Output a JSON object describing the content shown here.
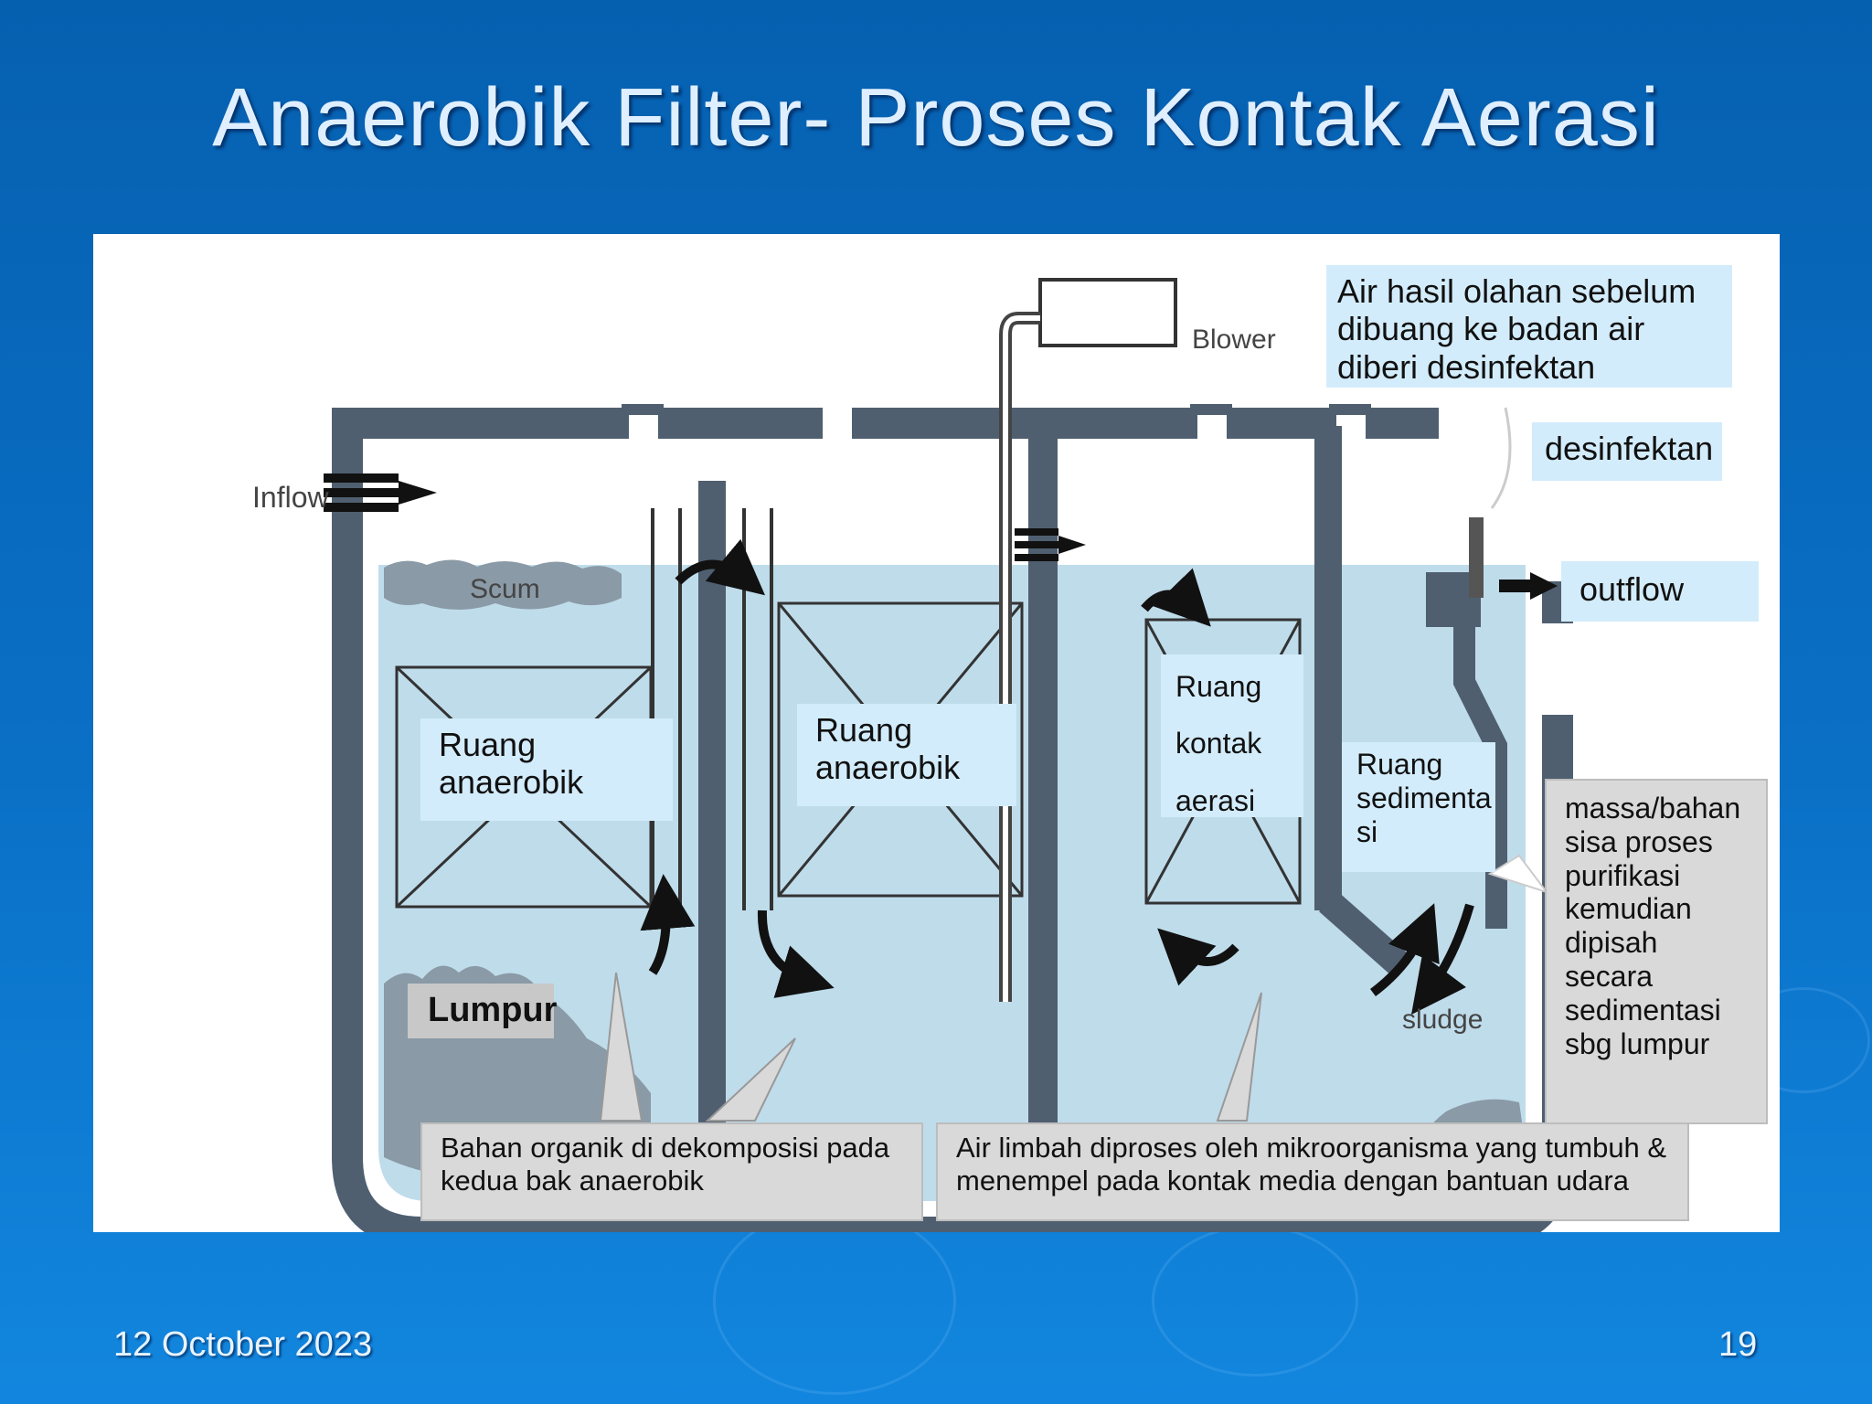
{
  "slide": {
    "title": "Anaerobik Filter- Proses Kontak Aerasi",
    "date": "12 October 2023",
    "page_number": "19"
  },
  "diagram": {
    "image_labels": {
      "inflow": "Inflow",
      "scum": "Scum",
      "blower": "Blower",
      "sludge": "sludge"
    },
    "callouts": {
      "disinfection_note": "Air hasil olahan sebelum dibuang ke badan air diberi desinfektan",
      "disinfectant": "desinfektan",
      "outflow": "outflow",
      "anaerobic_1": "Ruang anaerobik",
      "anaerobic_2": "Ruang anaerobik",
      "aeration_contact_lines": [
        "Ruang",
        "kontak",
        "aerasi"
      ],
      "sedimentation": "Ruang sedimenta si",
      "sludge_label": "Lumpur",
      "residue_note": "massa/bahan sisa proses purifikasi kemudian dipisah secara sedimentasi sbg lumpur",
      "organic_note": "Bahan organik di dekomposisi pada kedua bak anaerobik",
      "aeration_note": "Air limbah diproses oleh mikroorganisma yang tumbuh & menempel pada kontak media dengan bantuan udara"
    },
    "colors": {
      "tank_wall": "#4f5f70",
      "water": "#bfdceb",
      "sludge": "#8a9aa6",
      "callout_light": "#d3ecfb",
      "callout_grey": "#d9d9d9"
    }
  }
}
